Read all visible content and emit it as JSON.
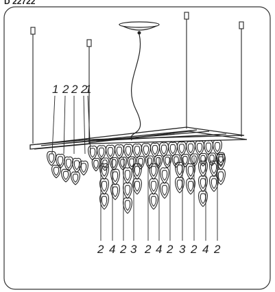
{
  "header": {
    "code": "D 22722"
  },
  "top_labels": [
    "1",
    "2",
    "2",
    "2",
    "1"
  ],
  "bottom_labels": [
    "2",
    "4",
    "2",
    "3",
    "2",
    "4",
    "2",
    "3",
    "2",
    "4",
    "2"
  ],
  "colors": {
    "line": "#222222",
    "background": "#ffffff",
    "frame": "#333333"
  }
}
